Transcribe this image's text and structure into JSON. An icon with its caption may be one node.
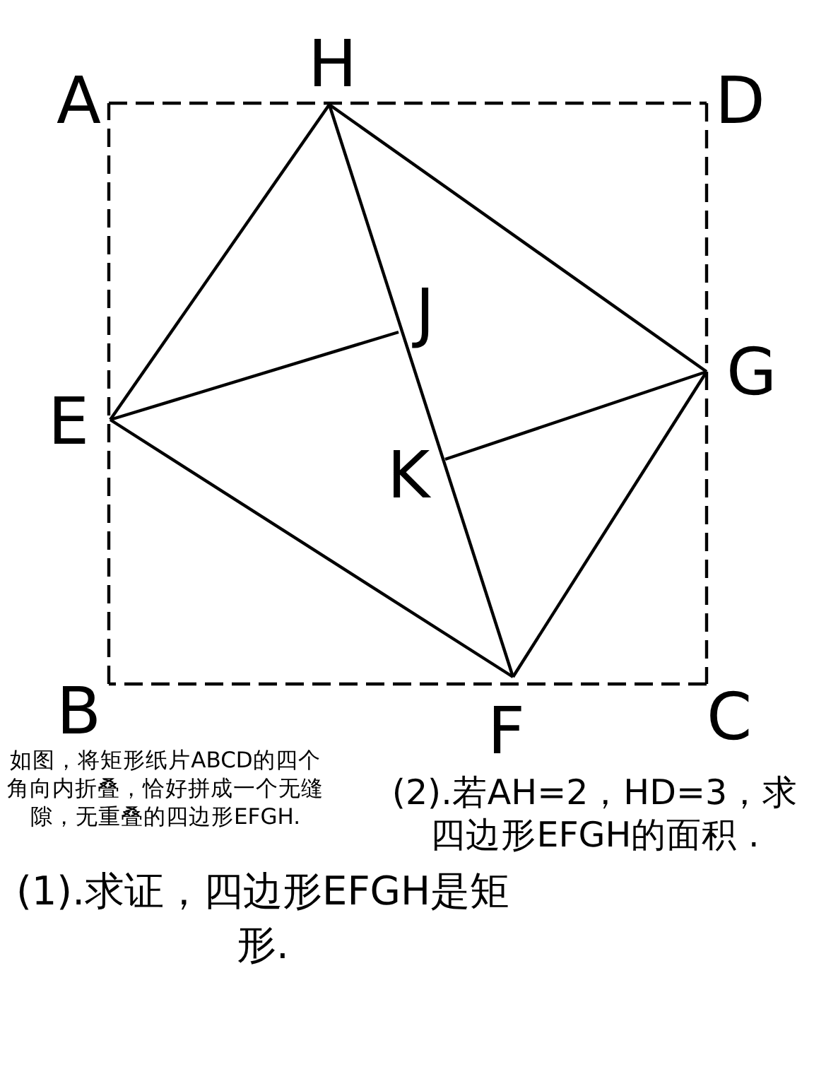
{
  "diagram": {
    "nodes": [
      {
        "text": [
          "A"
        ]
      },
      {
        "text": [
          "H"
        ]
      },
      {
        "text": [
          "D"
        ]
      },
      {
        "text": [
          "J"
        ]
      },
      {
        "text": [
          "E"
        ]
      },
      {
        "text": [
          "G"
        ]
      },
      {
        "text": [
          "K"
        ]
      },
      {
        "text": [
          "B"
        ]
      },
      {
        "text": [
          "F"
        ]
      },
      {
        "text": [
          "C"
        ]
      }
    ],
    "edges": [
      {
        "from": 0,
        "to": 2,
        "arrow": "none",
        "style": "dashed"
      },
      {
        "from": 2,
        "to": 9,
        "arrow": "none",
        "style": "dashed"
      },
      {
        "from": 9,
        "to": 7,
        "arrow": "none",
        "style": "dashed"
      },
      {
        "from": 7,
        "to": 0,
        "arrow": "none",
        "style": "dashed"
      },
      {
        "from": 1,
        "to": 5,
        "arrow": "none"
      },
      {
        "from": 5,
        "to": 8,
        "arrow": "none"
      },
      {
        "from": 8,
        "to": 4,
        "arrow": "none"
      },
      {
        "from": 4,
        "to": 1,
        "arrow": "none"
      },
      {
        "from": 1,
        "to": 8,
        "arrow": "none"
      },
      {
        "from": 4,
        "to": 3,
        "arrow": "none"
      },
      {
        "from": 5,
        "to": 6,
        "arrow": "none"
      }
    ],
    "labels": [
      "如图，将矩形纸片ABCD的四个角向内折叠，恰好拼成一个无缝隙，无重叠的四边形EFGH.",
      "(2).若AH=2，HD=3，求四边形EFGH的面积 .",
      "(1).求证，四边形EFGH是矩形."
    ]
  }
}
